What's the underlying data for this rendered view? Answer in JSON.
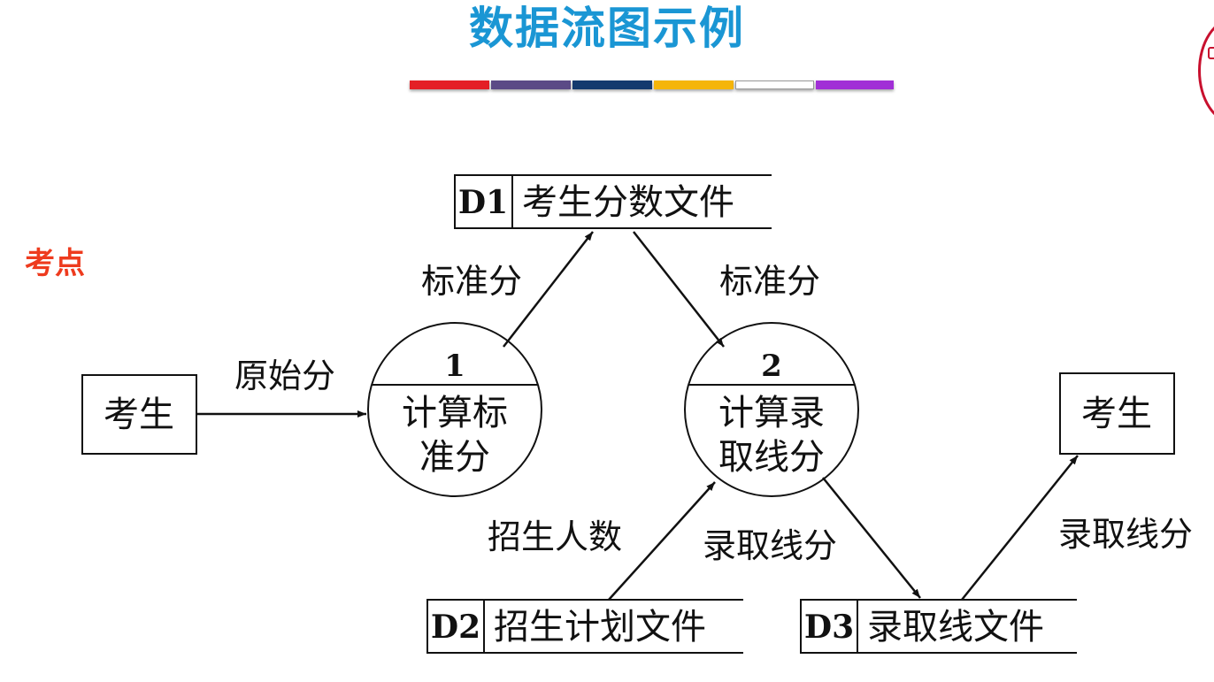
{
  "title": "数据流图示例",
  "kaodian": "考点",
  "diagram": {
    "entities": {
      "source": "考生",
      "sink": "考生"
    },
    "processes": [
      {
        "number": "1",
        "line1": "计算标",
        "line2": "准分"
      },
      {
        "number": "2",
        "line1": "计算录",
        "line2": "取线分"
      }
    ],
    "stores": [
      {
        "id": "D1",
        "name": "考生分数文件"
      },
      {
        "id": "D2",
        "name": "招生计划文件"
      },
      {
        "id": "D3",
        "name": "录取线文件"
      }
    ],
    "flows": {
      "raw_score": "原始分",
      "std_score_out": "标准分",
      "std_score_in": "标准分",
      "enrollment": "招生人数",
      "cutoff_to_store": "录取线分",
      "cutoff_to_student": "录取线分"
    }
  },
  "colors": {
    "title": "#1a96d4",
    "kaodian": "#ee3b1e",
    "stripes": [
      "#e41f26",
      "#5b4a86",
      "#143a6e",
      "#f5b50a",
      "#ffffff",
      "#a12fd6"
    ]
  }
}
